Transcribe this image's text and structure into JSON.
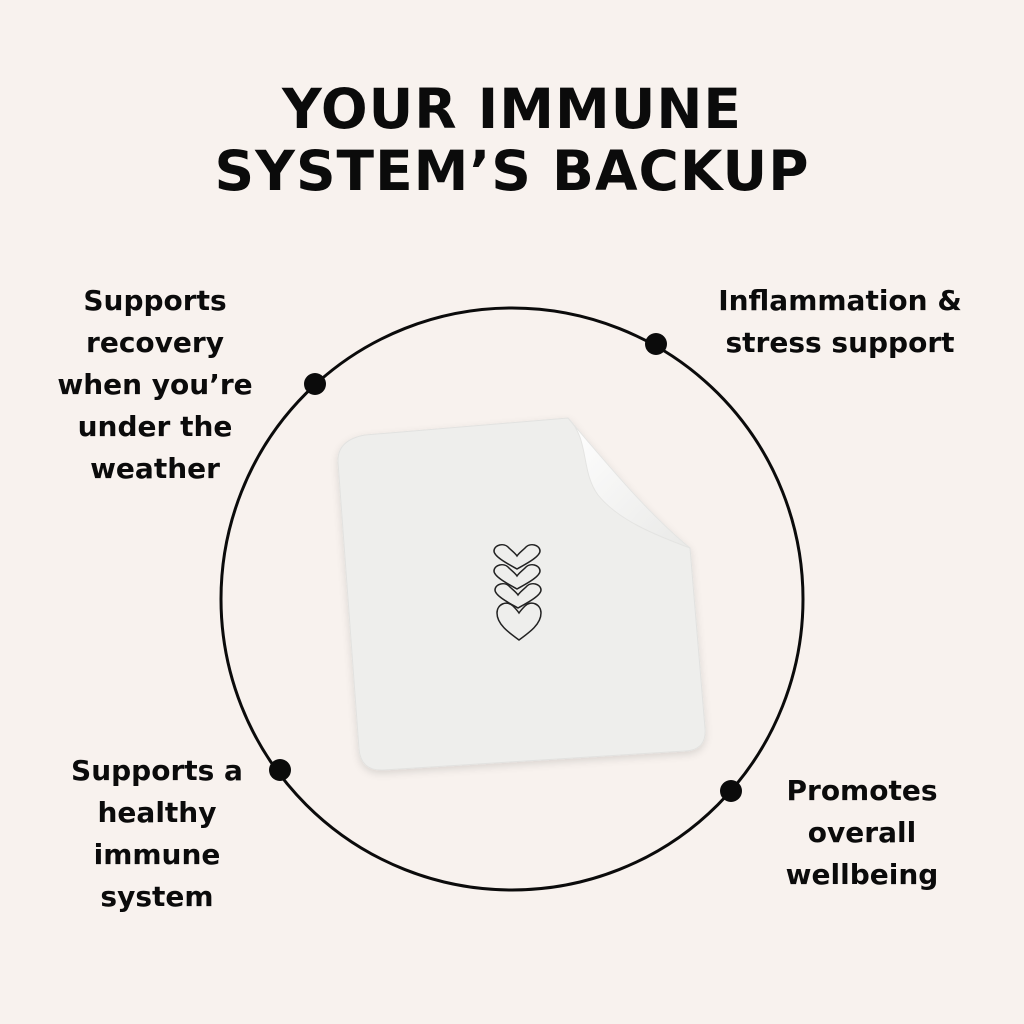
{
  "headline": {
    "line1": "YOUR IMMUNE",
    "line2": "SYSTEM’S BACKUP"
  },
  "benefits": {
    "top_left": [
      "Supports",
      "recovery",
      "when you’re",
      "under the",
      "weather"
    ],
    "top_right": [
      "Inflammation &",
      "stress support"
    ],
    "bottom_left": [
      "Supports a",
      "healthy",
      "immune",
      "system"
    ],
    "bottom_right": [
      "Promotes",
      "overall",
      "wellbeing"
    ]
  },
  "colors": {
    "background": "#f8f2ee",
    "ink": "#0b0b0b",
    "patch": "#eeeeec"
  },
  "patch": {
    "icon": "stacked-hearts-icon"
  }
}
